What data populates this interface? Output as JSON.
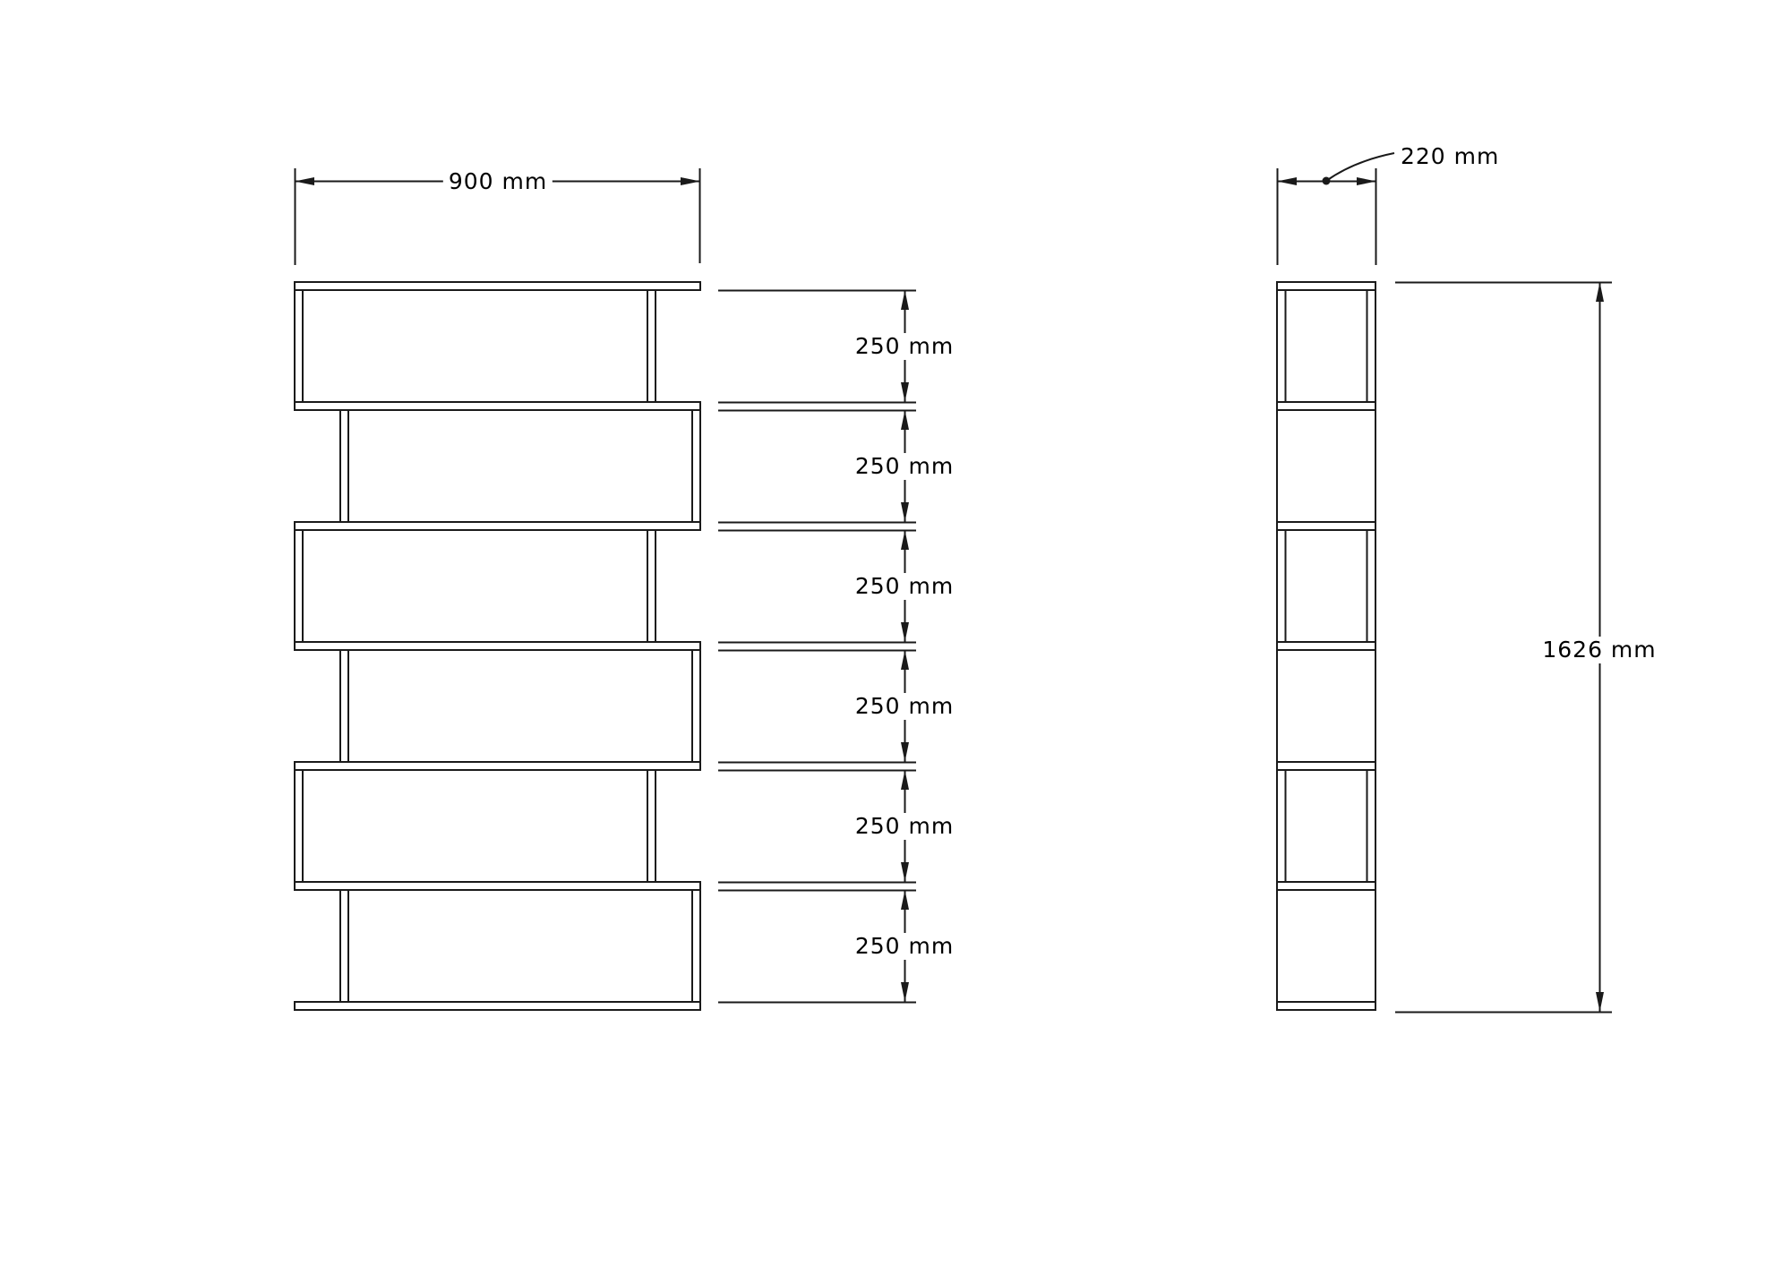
{
  "page": {
    "background_color": "#ffffff",
    "line_color": "#1a1a1a",
    "text_color": "#000000",
    "description": "Technical dimension drawing of a six-tier zigzag bookshelf, front view and side view"
  },
  "front_view": {
    "width_dim": {
      "label": "900 mm",
      "value_mm": 900
    },
    "row_dims": [
      {
        "label": "250 mm",
        "value_mm": 250
      },
      {
        "label": "250 mm",
        "value_mm": 250
      },
      {
        "label": "250 mm",
        "value_mm": 250
      },
      {
        "label": "250 mm",
        "value_mm": 250
      },
      {
        "label": "250 mm",
        "value_mm": 250
      },
      {
        "label": "250 mm",
        "value_mm": 250
      }
    ],
    "shelf_count": 7,
    "row_count": 6
  },
  "side_view": {
    "depth_dim": {
      "label": "220 mm",
      "value_mm": 220
    },
    "height_dim": {
      "label": "1626 mm",
      "value_mm": 1626
    }
  }
}
